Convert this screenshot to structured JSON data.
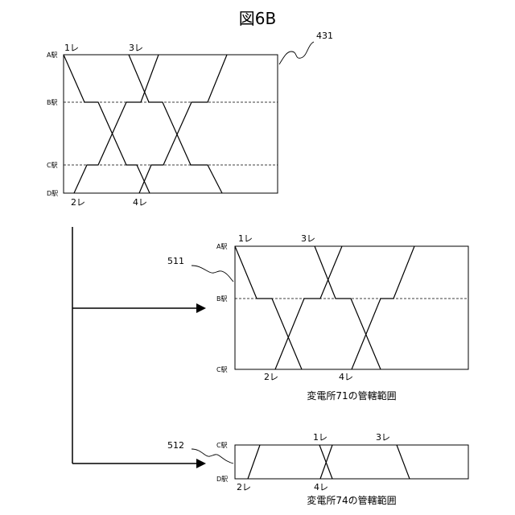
{
  "figure_title": "図6B",
  "top": {
    "ref": "431",
    "stations": [
      "A駅",
      "B駅",
      "C駅",
      "D駅"
    ],
    "trains_top": [
      "1レ",
      "3レ"
    ],
    "trains_bottom": [
      "2レ",
      "4レ"
    ]
  },
  "mid": {
    "ref": "511",
    "stations": [
      "A駅",
      "B駅",
      "C駅"
    ],
    "trains_top": [
      "1レ",
      "3レ"
    ],
    "trains_bottom": [
      "2レ",
      "4レ"
    ],
    "caption": "変電所71の管轄範囲"
  },
  "low": {
    "ref": "512",
    "stations": [
      "C駅",
      "D駅"
    ],
    "trains_top": [
      "1レ",
      "3レ"
    ],
    "trains_bottom": [
      "2レ",
      "4レ"
    ],
    "caption": "変電所74の管轄範囲"
  },
  "colors": {
    "line": "#000000",
    "background": "#ffffff"
  }
}
